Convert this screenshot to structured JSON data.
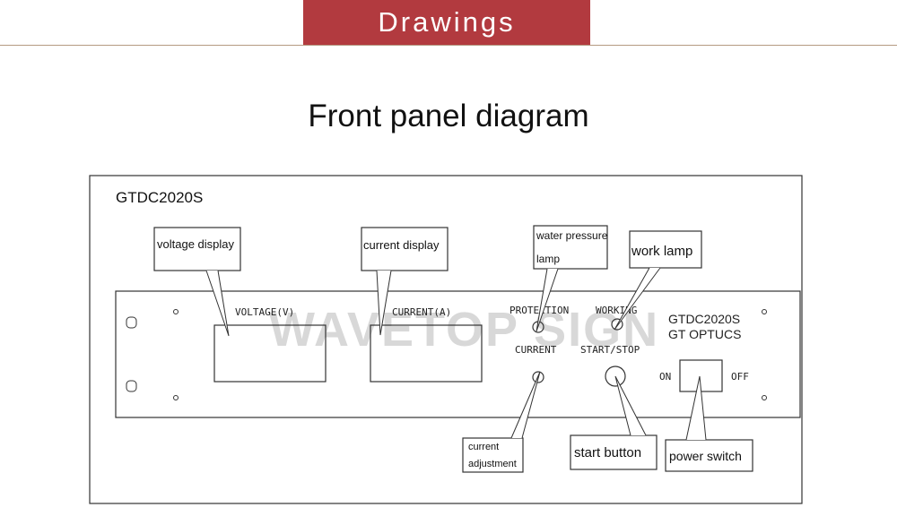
{
  "header": {
    "banner": "Drawings"
  },
  "title": "Front panel diagram",
  "frame": {
    "model": "GTDC2020S"
  },
  "panel": {
    "voltage_label": "VOLTAGE(V)",
    "current_label": "CURRENT(A)",
    "protection_label": "PROTECTION",
    "working_label": "WORKING",
    "current_knob_label": "CURRENT",
    "start_stop_label": "START/STOP",
    "model_line1": "GTDC2020S",
    "model_line2": "GT OPTUCS",
    "on_label": "ON",
    "off_label": "OFF"
  },
  "callouts": {
    "voltage_display": "voltage display",
    "current_display": "current display",
    "water_pressure_1": "water pressure",
    "water_pressure_2": "lamp",
    "work_lamp": "work lamp",
    "current_adjust_1": "current",
    "current_adjust_2": "adjustment",
    "start_button": "start button",
    "power_switch": "power switch"
  },
  "watermark": "WAVETOP SIGN",
  "colors": {
    "banner": "#b23a3f",
    "rule": "#b49a82",
    "line": "#333333"
  }
}
